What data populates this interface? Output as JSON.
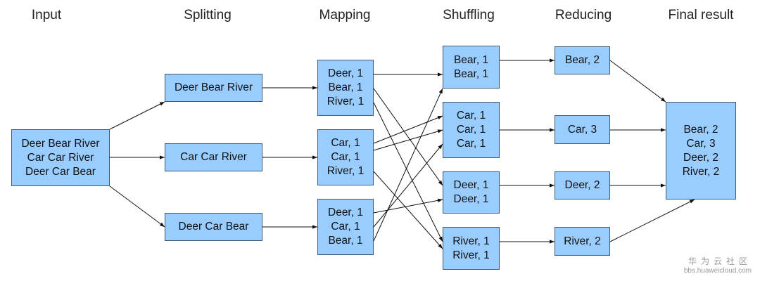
{
  "stages": [
    {
      "id": "input",
      "title": "Input"
    },
    {
      "id": "splitting",
      "title": "Splitting"
    },
    {
      "id": "mapping",
      "title": "Mapping"
    },
    {
      "id": "shuffling",
      "title": "Shuffling"
    },
    {
      "id": "reducing",
      "title": "Reducing"
    },
    {
      "id": "final",
      "title": "Final result"
    }
  ],
  "nodes": {
    "input": [
      "Deer Bear River",
      "Car Car River",
      "Deer Car Bear"
    ],
    "split_1": [
      "Deer Bear River"
    ],
    "split_2": [
      "Car Car River"
    ],
    "split_3": [
      "Deer Car Bear"
    ],
    "map_1": [
      "Deer, 1",
      "Bear, 1",
      "River, 1"
    ],
    "map_2": [
      "Car, 1",
      "Car, 1",
      "River, 1"
    ],
    "map_3": [
      "Deer, 1",
      "Car, 1",
      "Bear, 1"
    ],
    "shuffle_bear": [
      "Bear, 1",
      "Bear, 1"
    ],
    "shuffle_car": [
      "Car, 1",
      "Car, 1",
      "Car, 1"
    ],
    "shuffle_deer": [
      "Deer, 1",
      "Deer, 1"
    ],
    "shuffle_river": [
      "River, 1",
      "River, 1"
    ],
    "reduce_bear": [
      "Bear, 2"
    ],
    "reduce_car": [
      "Car, 3"
    ],
    "reduce_deer": [
      "Deer, 2"
    ],
    "reduce_river": [
      "River, 2"
    ],
    "final": [
      "Bear, 2",
      "Car, 3",
      "Deer, 2",
      "River, 2"
    ]
  },
  "edges": [
    [
      "input",
      "split_1"
    ],
    [
      "input",
      "split_2"
    ],
    [
      "input",
      "split_3"
    ],
    [
      "split_1",
      "map_1"
    ],
    [
      "split_2",
      "map_2"
    ],
    [
      "split_3",
      "map_3"
    ],
    [
      "map_1",
      "shuffle_deer"
    ],
    [
      "map_1",
      "shuffle_bear"
    ],
    [
      "map_1",
      "shuffle_river"
    ],
    [
      "map_2",
      "shuffle_car"
    ],
    [
      "map_2",
      "shuffle_car"
    ],
    [
      "map_2",
      "shuffle_river"
    ],
    [
      "map_3",
      "shuffle_deer"
    ],
    [
      "map_3",
      "shuffle_car"
    ],
    [
      "map_3",
      "shuffle_bear"
    ],
    [
      "shuffle_bear",
      "reduce_bear"
    ],
    [
      "shuffle_car",
      "reduce_car"
    ],
    [
      "shuffle_deer",
      "reduce_deer"
    ],
    [
      "shuffle_river",
      "reduce_river"
    ],
    [
      "reduce_bear",
      "final"
    ],
    [
      "reduce_car",
      "final"
    ],
    [
      "reduce_deer",
      "final"
    ],
    [
      "reduce_river",
      "final"
    ]
  ],
  "watermark": {
    "cn": "华为云社区",
    "url": "bbs.huaweicloud.com"
  },
  "colors": {
    "box_fill": "#99ccff",
    "box_border": "#3d5878",
    "arrow": "#111111"
  }
}
